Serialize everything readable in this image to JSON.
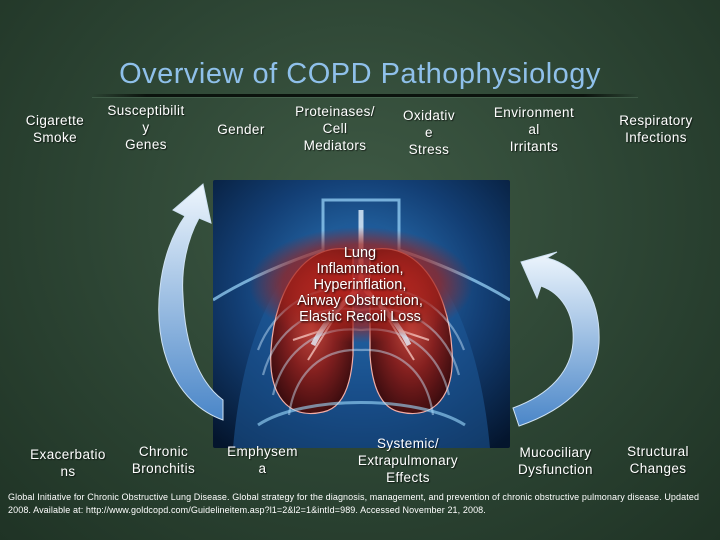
{
  "title": "Overview of COPD Pathophysiology",
  "top_factors": [
    "Cigarette\nSmoke",
    "Susceptibilit\ny\nGenes",
    "Gender",
    "Proteinases/\nCell\nMediators",
    "Oxidativ\ne\nStress",
    "Environment\nal\nIrritants",
    "Respiratory\nInfections"
  ],
  "center_text": "Lung\nInflammation,\nHyperinflation,\nAirway Obstruction,\nElastic Recoil Loss",
  "bottom_effects": [
    "Exacerbatio\nns",
    "Chronic\nBronchitis",
    "Emphysem\na",
    "Systemic/\nExtrapulmonary\nEffects",
    "Mucociliary\nDysfunction",
    "Structural\nChanges"
  ],
  "footnote": "Global Initiative for Chronic Obstructive Lung Disease. Global strategy for the diagnosis, management, and prevention of chronic obstructive pulmonary disease. Updated 2008. Available at: http://www.goldcopd.com/Guidelineitem.asp?l1=2&l2=1&intId=989. Accessed November 21, 2008.",
  "colors": {
    "title": "#8fc0ea",
    "background": "#2c4433",
    "arrow_light": "#e8f2fb",
    "arrow_dark": "#4a86c8",
    "lung_glow": "#7fd4ff",
    "inflammation_red": "#c0201c"
  }
}
